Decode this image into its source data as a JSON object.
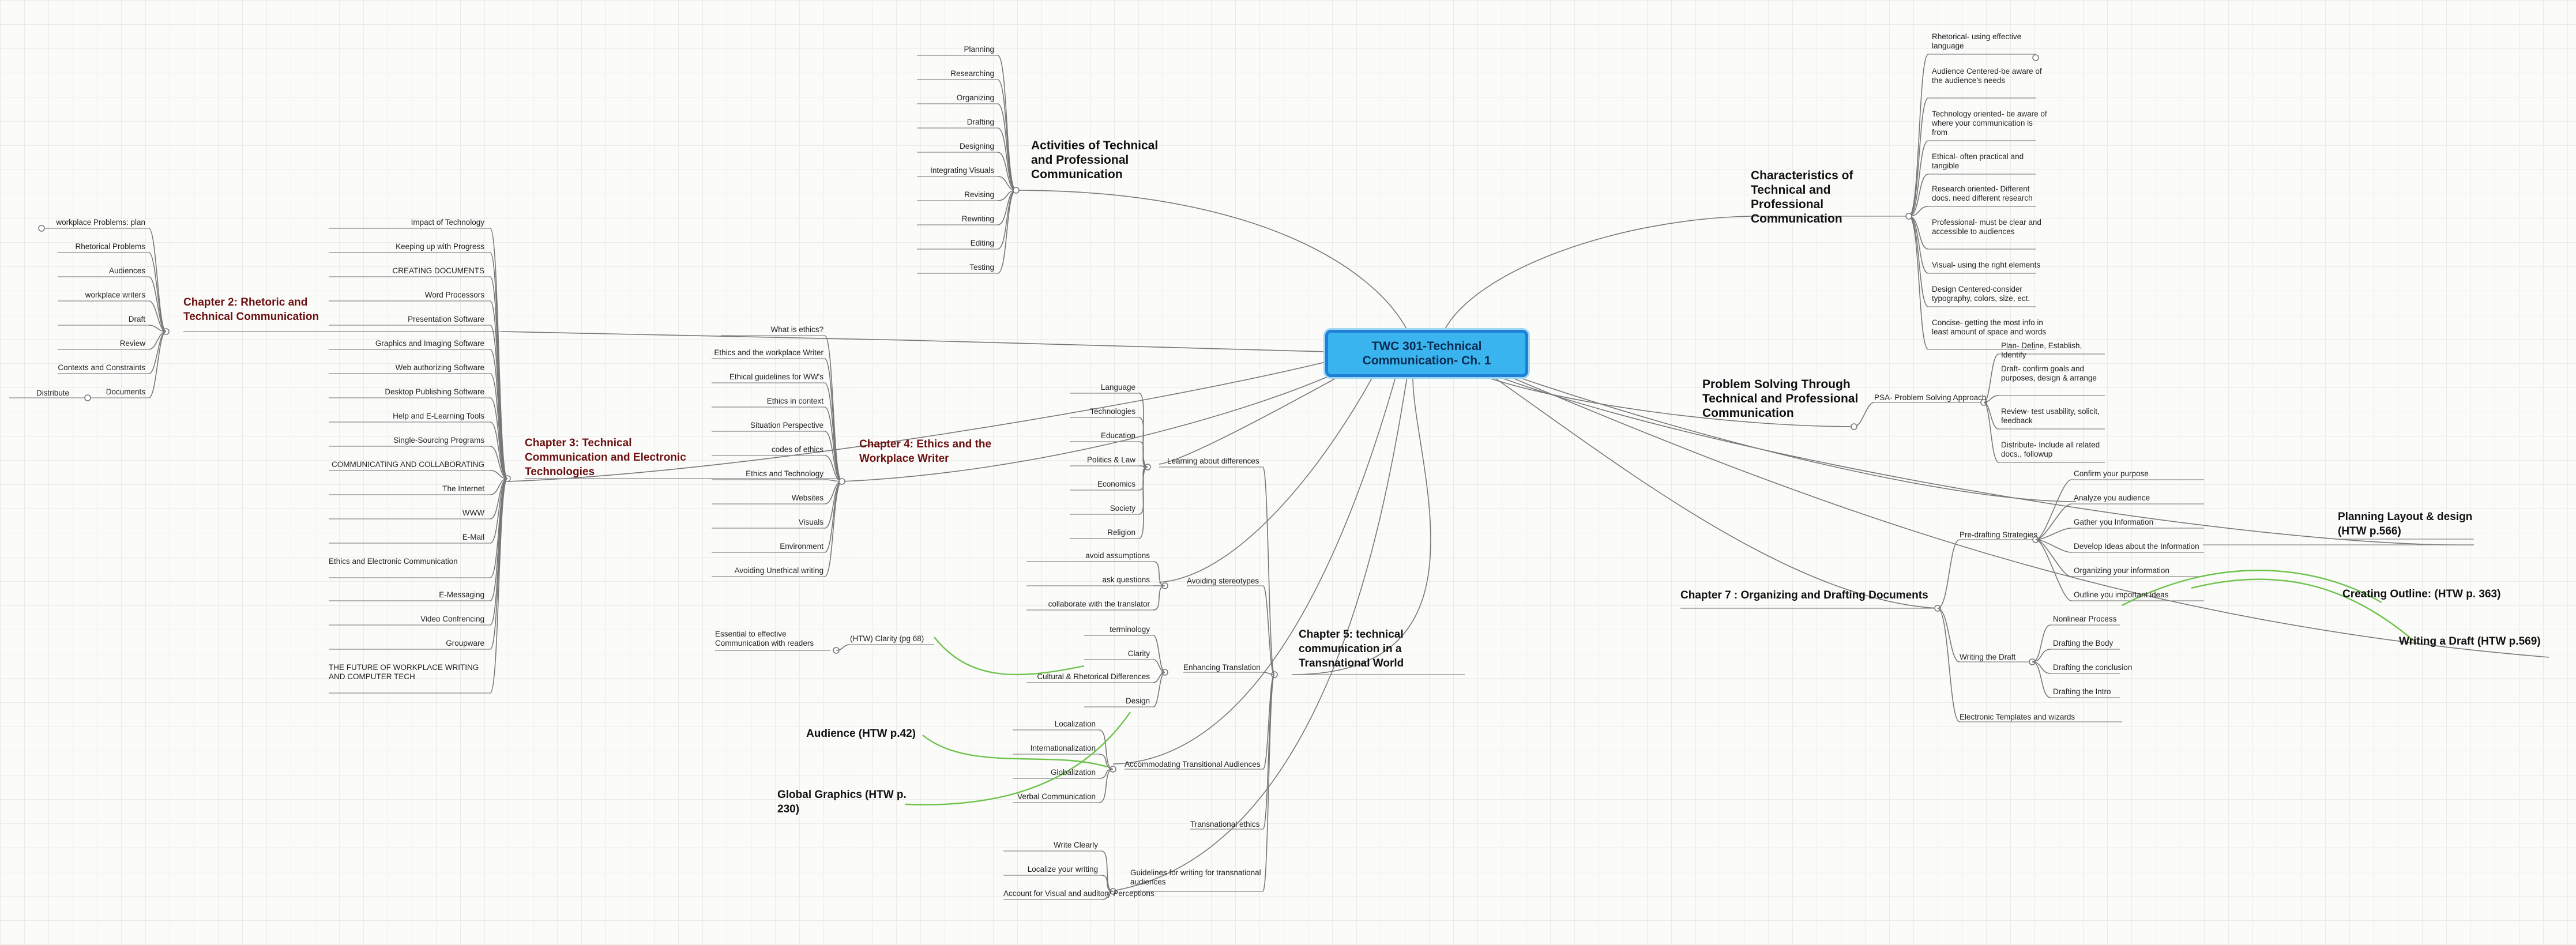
{
  "root": "TWC 301-Technical Communication- Ch. 1",
  "activities": {
    "title": "Activities of Technical and Professional Communication",
    "items": [
      "Planning",
      "Researching",
      "Organizing",
      "Drafting",
      "Designing",
      "Integrating Visuals",
      "Revising",
      "Rewriting",
      "Editing",
      "Testing"
    ]
  },
  "characteristics": {
    "title": "Characteristics of Technical and Professional Communication",
    "items": [
      "Rhetorical- using effective language",
      "Audience Centered-be aware of the audience's needs",
      "Technology oriented- be aware of where your communication is from",
      "Ethical- often practical and tangible",
      "Research oriented- Different docs. need different research",
      "Professional- must be clear and accessible to audiences",
      "Visual- using the right elements",
      "Design Centered-consider typography, colors, size, ect.",
      "Concise- getting the most info in least amount of space and words"
    ]
  },
  "problem_solving": {
    "title": "Problem Solving Through Technical and Professional Communication",
    "psa": "PSA- Problem Solving Approach",
    "items": [
      "Plan- Define, Establish, Identify",
      "Draft- confirm goals and purposes, design & arrange",
      "Review- test usability, solicit, feedback",
      "Distribute- Include all related docs., followup"
    ]
  },
  "chapter7": {
    "title": "Chapter 7 : Organizing and Drafting Documents",
    "predrafting": "Pre-drafting Strategies",
    "predrafting_items": [
      "Confirm your purpose",
      "Analyze you audience",
      "Gather you Information",
      "Develop Ideas about the Information",
      "Organizing your information",
      "Outline you important ideas"
    ],
    "writing": "Writing the Draft",
    "writing_items": [
      "Nonlinear Process",
      "Drafting the Body",
      "Drafting the conclusion",
      "Drafting the Intro"
    ],
    "templates": "Electronic Templates and wizards",
    "planning_layout": "Planning Layout & design (HTW p.566)",
    "creating_outline": "Creating Outline: (HTW p. 363)",
    "writing_draft": "Writing a Draft (HTW p.569)"
  },
  "chapter2": {
    "title": "Chapter 2: Rhetoric and Technical Communication",
    "items": [
      "workplace Problems: plan",
      "Rhetorical Problems",
      "Audiences",
      "workplace writers",
      "Draft",
      "Review",
      "Contexts and Constraints",
      "Documents"
    ],
    "distribute": "Distribute"
  },
  "chapter3": {
    "title": "Chapter 3: Technical Communication and Electronic Technologies",
    "items": [
      "Impact of Technology",
      "Keeping up with Progress",
      "CREATING DOCUMENTS",
      "Word Processors",
      "Presentation Software",
      "Graphics and Imaging Software",
      "Web authorizing Software",
      "Desktop Publishing Software",
      "Help and E-Learning Tools",
      "Single-Sourcing Programs",
      "COMMUNICATING AND COLLABORATING",
      "The Internet",
      "WWW",
      "E-Mail",
      "Ethics and Electronic Communication",
      "E-Messaging",
      "Video Confrencing",
      "Groupware",
      "THE FUTURE OF WORKPLACE WRITING AND COMPUTER TECH"
    ]
  },
  "chapter4": {
    "title": "Chapter 4: Ethics and the Workplace Writer",
    "items": [
      "What is ethics?",
      "Ethics and the workplace Writer",
      "Ethical guidelines for WW's",
      "Ethics in context",
      "Situation Perspective",
      "codes of ethics",
      "Ethics and Technology",
      "Websites",
      "Visuals",
      "Environment",
      "Avoiding Unethical writing"
    ]
  },
  "chapter5": {
    "title": "Chapter 5: technical communication in a Transnational World",
    "learning": "Learning about differences",
    "learning_items": [
      "Language",
      "Technologies",
      "Education",
      "Politics & Law",
      "Economics",
      "Society",
      "Religion"
    ],
    "stereotypes": "Avoiding stereotypes",
    "stereotype_items": [
      "avoid assumptions",
      "ask questions",
      "collaborate with the translator"
    ],
    "enhancing": "Enhancing Translation",
    "enhancing_items": [
      "terminology",
      "Clarity",
      "Cultural & Rhetorical Differences",
      "Design"
    ],
    "clarity_ref": "(HTW) Clarity (pg 68)",
    "clarity_note": "Essential to effective Communication with readers",
    "accommodating": "Accommodating Transitional Audiences",
    "accommodating_items": [
      "Localization",
      "Internationalization",
      "Globalization",
      "Verbal Communication"
    ],
    "audience_ref": "Audience (HTW p.42)",
    "graphics_ref": "Global Graphics (HTW p. 230)",
    "ethics": "Transnational ethics",
    "guidelines": "Guidelines for writing for transnational audiences",
    "guideline_items": [
      "Write Clearly",
      "Localize your writing",
      "Account for Visual and auditory Perceptions"
    ]
  }
}
